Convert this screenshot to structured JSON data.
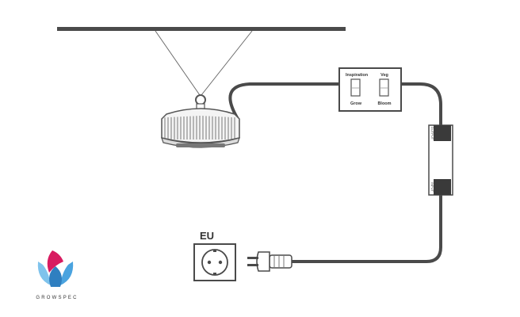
{
  "switch_box": {
    "left_top": "Inspiration",
    "left_bottom": "Grow",
    "right_top": "Veg",
    "right_bottom": "Bloom"
  },
  "driver": {
    "top_label": "OUTPUT",
    "bottom_label": "INPUT"
  },
  "socket": {
    "label": "EU"
  },
  "logo": {
    "wordmark": "GROWSPEC"
  },
  "colors": {
    "line": "#555555",
    "cable": "#4a4a4a",
    "logo_pink": "#d81b60",
    "logo_blue": "#4aa3df"
  }
}
